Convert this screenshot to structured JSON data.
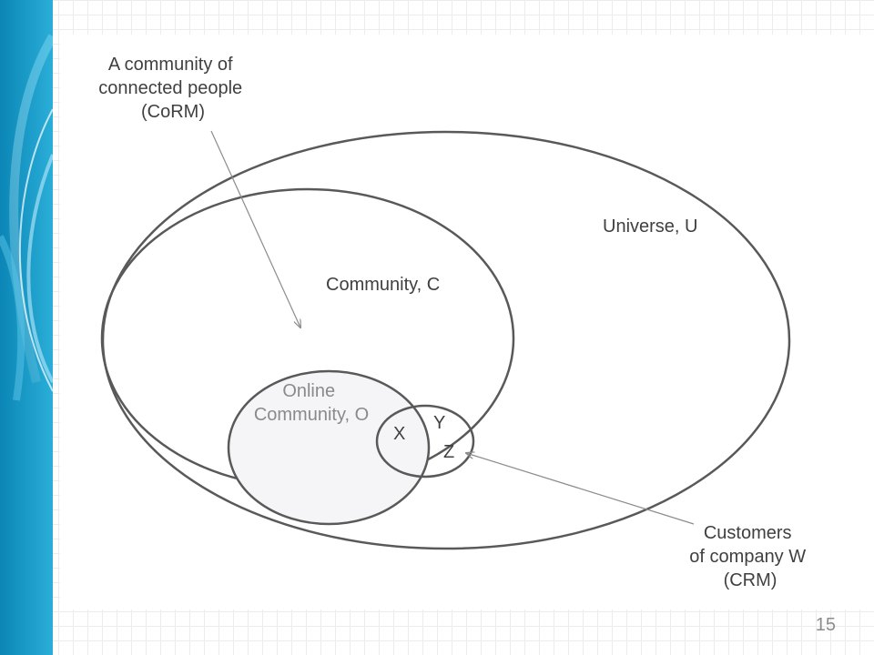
{
  "slide": {
    "page_number": "15"
  },
  "diagram": {
    "labels": {
      "corm_callout": [
        "A community of",
        "connected people",
        "(CoRM)"
      ],
      "universe": "Universe, U",
      "community": "Community, C",
      "online_community": [
        "Online",
        "Community, O"
      ],
      "region_x": "X",
      "region_y": "Y",
      "region_z": "Z",
      "crm_callout": [
        "Customers",
        "of company W",
        "(CRM)"
      ]
    },
    "colors": {
      "outline": "#595959",
      "text": "#404040",
      "online_fill": "#f5f5f7",
      "online_text": "#8a8a8a",
      "arrow": "#8c8c8c",
      "band_dark": "#0b86b6",
      "band_light": "#2aaed8"
    }
  }
}
